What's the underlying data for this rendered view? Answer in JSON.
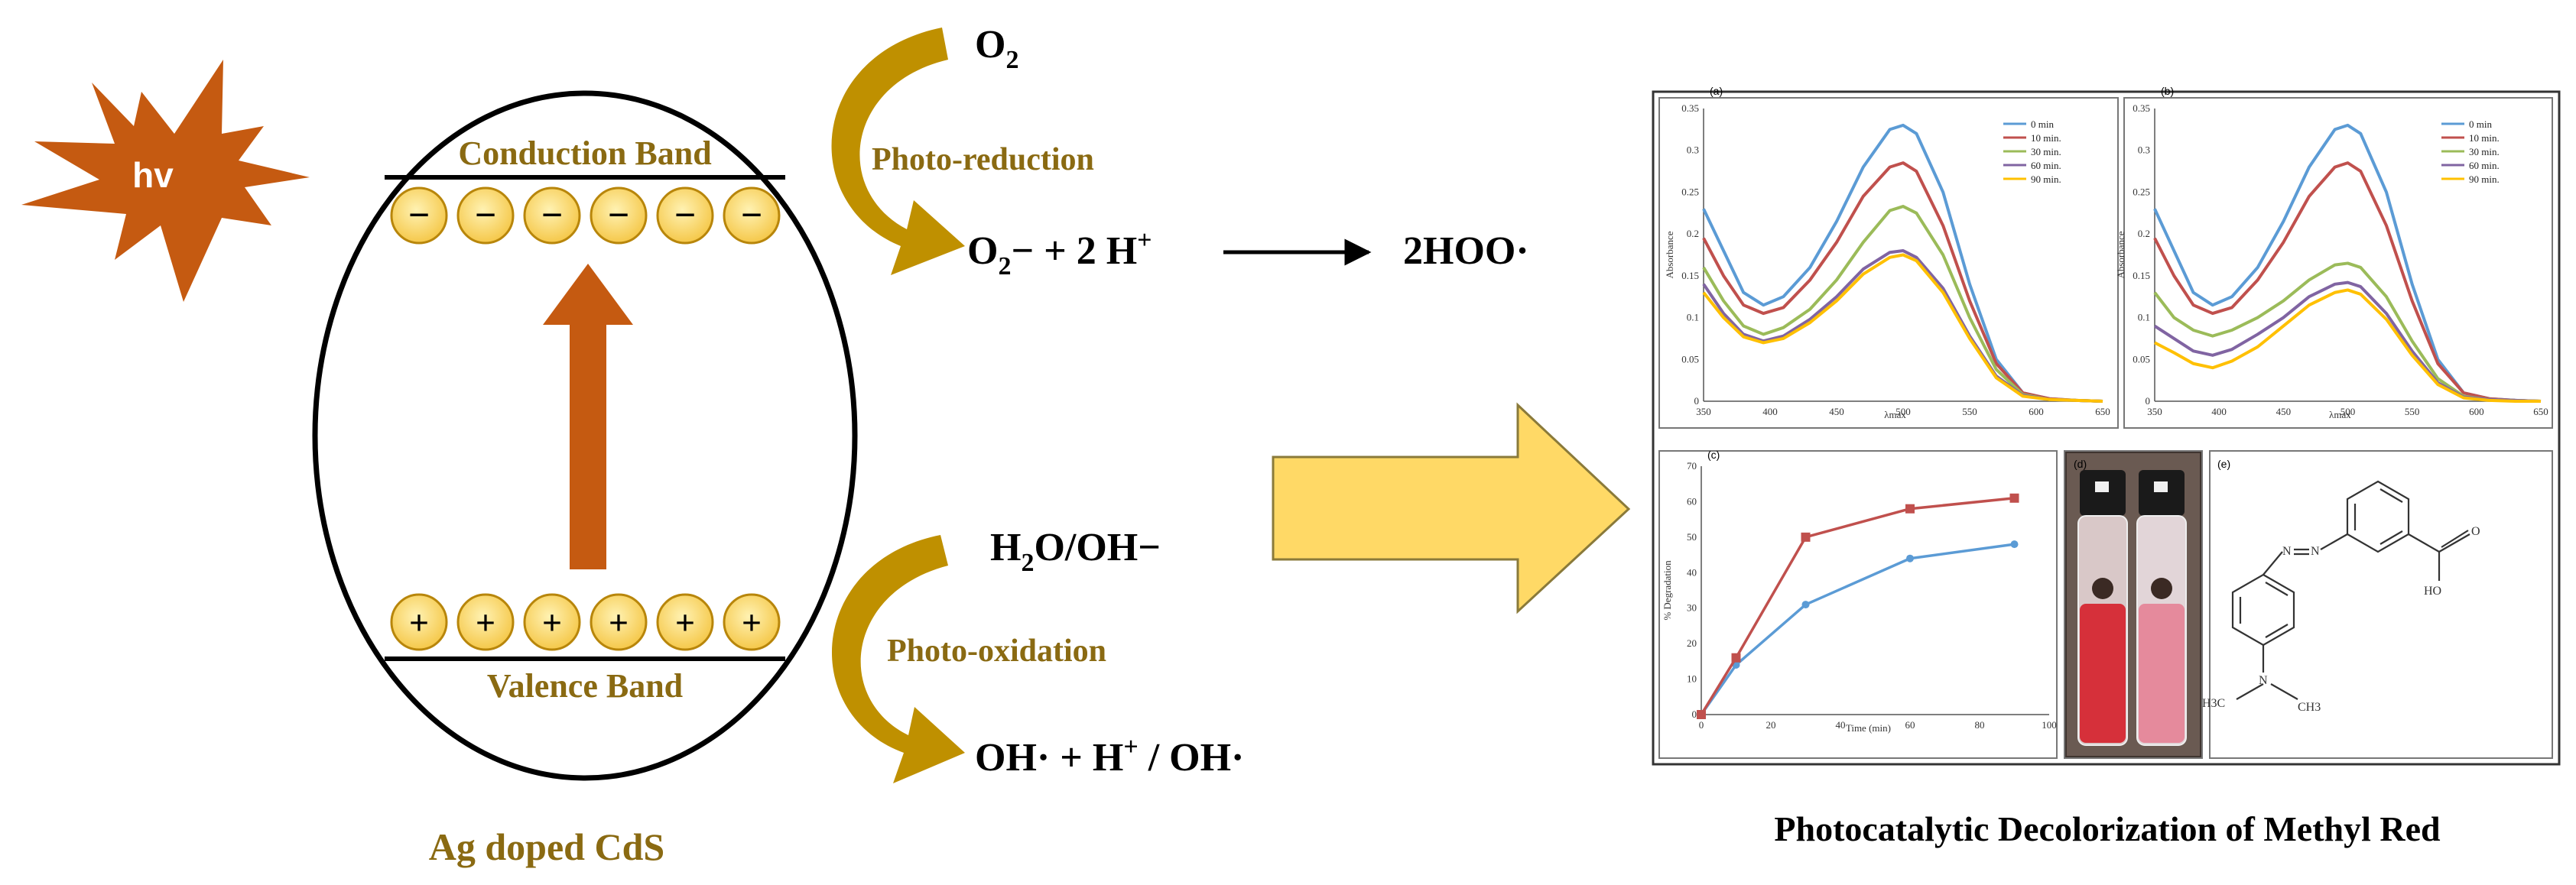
{
  "diagram": {
    "sun_label": "hv",
    "conduction_band": "Conduction Band",
    "valence_band": "Valence Band",
    "catalyst_label": "Ag doped CdS",
    "electron_sign": "−",
    "hole_sign": "+",
    "o2": "O",
    "o2_sub": "2",
    "photo_reduction": "Photo-reduction",
    "superoxide_a": "O",
    "superoxide_sub": "2",
    "superoxide_b": "− + 2 H",
    "superoxide_sup": "+",
    "hoo": "2HOO·",
    "water_a": "H",
    "water_sub": "2",
    "water_b": "O/OH−",
    "photo_oxidation": "Photo-oxidation",
    "hydroxyl_a": "OH· + H",
    "hydroxyl_sup": "+",
    "hydroxyl_b": " / OH·",
    "result_title": "Photocatalytic Decolorization of Methyl Red"
  },
  "colors": {
    "sun": "#c55a11",
    "band_arrow": "#c55a11",
    "charge_fill": "#ffd966",
    "charge_stroke": "#b8860b",
    "curved_arrow": "#bf9000",
    "big_arrow": "#ffd966",
    "label_gold": "#8a6a12"
  },
  "chart_data": [
    {
      "panel": "(a)",
      "type": "line",
      "ylabel": "Absorbance",
      "xlabel": "λmax",
      "x_ticks": [
        "350",
        "400",
        "450",
        "500",
        "550",
        "600",
        "650"
      ],
      "y_ticks": [
        "0",
        "0.05",
        "0.1",
        "0.15",
        "0.2",
        "0.25",
        "0.3",
        "0.35"
      ],
      "xlim": [
        350,
        650
      ],
      "ylim": [
        0,
        0.35
      ],
      "legend": [
        "0 min",
        "10 min.",
        "30 min.",
        "60 min.",
        "90 min."
      ],
      "legend_position": "top-right",
      "x": [
        350,
        365,
        380,
        395,
        410,
        430,
        450,
        470,
        490,
        500,
        510,
        530,
        550,
        570,
        590,
        610,
        630,
        650
      ],
      "series": [
        {
          "name": "0 min",
          "color": "#5b9bd5",
          "values": [
            0.23,
            0.18,
            0.13,
            0.115,
            0.125,
            0.16,
            0.215,
            0.28,
            0.325,
            0.33,
            0.32,
            0.25,
            0.14,
            0.05,
            0.01,
            0.003,
            0.001,
            0.0
          ]
        },
        {
          "name": "10 min.",
          "color": "#c0504d",
          "values": [
            0.195,
            0.15,
            0.115,
            0.105,
            0.112,
            0.145,
            0.19,
            0.245,
            0.28,
            0.285,
            0.275,
            0.21,
            0.12,
            0.045,
            0.01,
            0.003,
            0.001,
            0.0
          ]
        },
        {
          "name": "30 min.",
          "color": "#9bbb59",
          "values": [
            0.16,
            0.12,
            0.09,
            0.08,
            0.088,
            0.11,
            0.145,
            0.19,
            0.228,
            0.233,
            0.225,
            0.175,
            0.1,
            0.038,
            0.008,
            0.002,
            0.001,
            0.0
          ]
        },
        {
          "name": "60 min.",
          "color": "#8064a2",
          "values": [
            0.14,
            0.105,
            0.08,
            0.072,
            0.078,
            0.098,
            0.125,
            0.158,
            0.178,
            0.18,
            0.172,
            0.135,
            0.078,
            0.03,
            0.007,
            0.002,
            0.001,
            0.0
          ]
        },
        {
          "name": "90 min.",
          "color": "#ffc000",
          "values": [
            0.13,
            0.1,
            0.077,
            0.07,
            0.075,
            0.094,
            0.12,
            0.152,
            0.172,
            0.175,
            0.168,
            0.13,
            0.075,
            0.028,
            0.006,
            0.002,
            0.001,
            0.0
          ]
        }
      ]
    },
    {
      "panel": "(b)",
      "type": "line",
      "ylabel": "Absorbance",
      "xlabel": "λmax",
      "x_ticks": [
        "350",
        "400",
        "450",
        "500",
        "550",
        "600",
        "650"
      ],
      "y_ticks": [
        "0",
        "0.05",
        "0.1",
        "0.15",
        "0.2",
        "0.25",
        "0.3",
        "0.35"
      ],
      "xlim": [
        350,
        650
      ],
      "ylim": [
        0,
        0.35
      ],
      "legend": [
        "0 min",
        "10 min.",
        "30 min.",
        "60 min.",
        "90 min."
      ],
      "legend_position": "top-right",
      "x": [
        350,
        365,
        380,
        395,
        410,
        430,
        450,
        470,
        490,
        500,
        510,
        530,
        550,
        570,
        590,
        610,
        630,
        650
      ],
      "series": [
        {
          "name": "0 min",
          "color": "#5b9bd5",
          "values": [
            0.23,
            0.18,
            0.13,
            0.115,
            0.125,
            0.16,
            0.215,
            0.28,
            0.325,
            0.33,
            0.32,
            0.25,
            0.14,
            0.05,
            0.01,
            0.003,
            0.001,
            0.0
          ]
        },
        {
          "name": "10 min.",
          "color": "#c0504d",
          "values": [
            0.195,
            0.15,
            0.115,
            0.105,
            0.112,
            0.145,
            0.19,
            0.245,
            0.28,
            0.285,
            0.275,
            0.21,
            0.12,
            0.045,
            0.01,
            0.003,
            0.001,
            0.0
          ]
        },
        {
          "name": "30 min.",
          "color": "#9bbb59",
          "values": [
            0.13,
            0.1,
            0.085,
            0.078,
            0.085,
            0.1,
            0.12,
            0.145,
            0.163,
            0.165,
            0.16,
            0.125,
            0.072,
            0.027,
            0.006,
            0.002,
            0.001,
            0.0
          ]
        },
        {
          "name": "60 min.",
          "color": "#8064a2",
          "values": [
            0.09,
            0.075,
            0.06,
            0.055,
            0.062,
            0.08,
            0.1,
            0.125,
            0.14,
            0.142,
            0.137,
            0.105,
            0.06,
            0.022,
            0.005,
            0.002,
            0.001,
            0.0
          ]
        },
        {
          "name": "90 min.",
          "color": "#ffc000",
          "values": [
            0.07,
            0.058,
            0.045,
            0.04,
            0.048,
            0.065,
            0.09,
            0.115,
            0.13,
            0.133,
            0.128,
            0.098,
            0.055,
            0.02,
            0.004,
            0.001,
            0.0,
            0.0
          ]
        }
      ]
    },
    {
      "panel": "(c)",
      "type": "line",
      "ylabel": "% Degradation",
      "xlabel": "Time (min)",
      "x_ticks": [
        "0",
        "20",
        "40",
        "60",
        "80",
        "100"
      ],
      "y_ticks": [
        "0",
        "10",
        "20",
        "30",
        "40",
        "50",
        "60",
        "70"
      ],
      "xlim": [
        0,
        100
      ],
      "ylim": [
        0,
        70
      ],
      "x": [
        0,
        10,
        30,
        60,
        90
      ],
      "series": [
        {
          "color": "#5b9bd5",
          "values": [
            0,
            14,
            31,
            44,
            48
          ]
        },
        {
          "color": "#c0504d",
          "values": [
            0,
            16,
            50,
            58,
            61
          ]
        }
      ]
    }
  ],
  "panels": {
    "photo_tag": "(d)",
    "structure_tag": "(e)",
    "structure_labels": {
      "n1": "N",
      "n2": "N",
      "oh": "HO",
      "o": "O",
      "n3": "N",
      "me1": "H3C",
      "me2": "CH3"
    }
  }
}
